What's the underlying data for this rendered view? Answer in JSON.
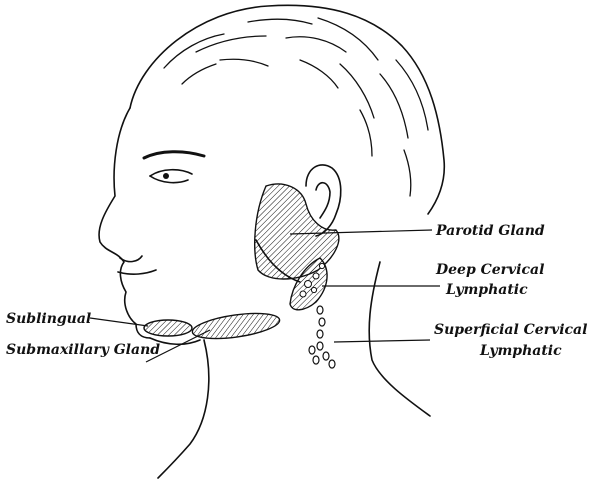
{
  "labels": {
    "parotid": "Parotid Gland",
    "deep_line1": "Deep Cervical",
    "deep_line2": "Lymphatic",
    "superficial_line1": "Superficial Cervical",
    "superficial_line2": "Lymphatic",
    "sublingual": "Sublingual",
    "submaxillary": "Submaxillary Gland"
  },
  "colors": {
    "ink": "#111111",
    "paper": "#ffffff"
  }
}
